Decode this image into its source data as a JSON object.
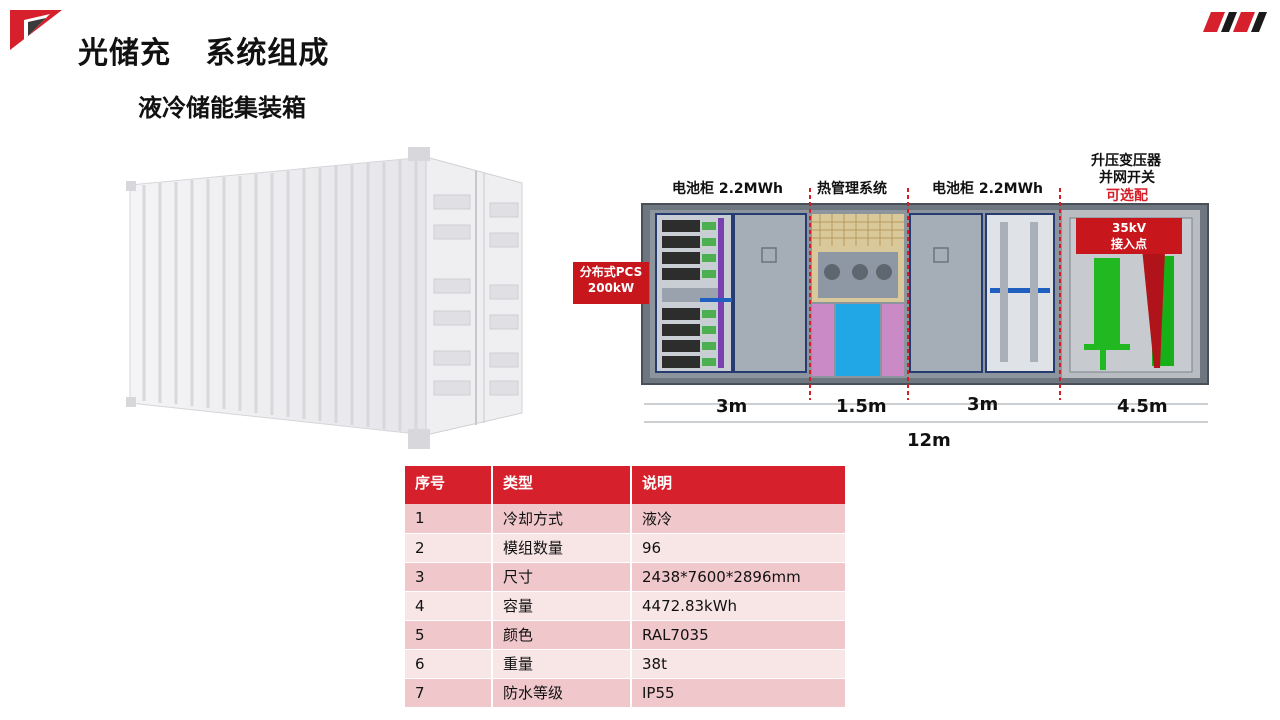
{
  "header": {
    "title": "光储充   系统组成",
    "subtitle": "液冷储能集装箱",
    "accent_color": "#d6202c"
  },
  "diagram": {
    "labels": {
      "battery_left": "电池柜  2.2MWh",
      "thermal": "热管理系统",
      "battery_right": "电池柜  2.2MWh",
      "transformer_line1": "升压变压器",
      "transformer_line2": "并网开关",
      "optional": "可选配"
    },
    "callouts": {
      "pcs_line1": "分布式PCS",
      "pcs_line2": "200kW",
      "kv_line1": "35kV",
      "kv_line2": "接入点"
    },
    "dimensions": {
      "seg1": "3m",
      "seg2": "1.5m",
      "seg3": "3m",
      "seg4": "4.5m",
      "total": "12m"
    }
  },
  "table": {
    "headers": [
      "序号",
      "类型",
      "说明"
    ],
    "rows": [
      [
        "1",
        "冷却方式",
        "液冷"
      ],
      [
        "2",
        "模组数量",
        "96"
      ],
      [
        "3",
        "尺寸",
        "2438*7600*2896mm"
      ],
      [
        "4",
        "容量",
        "4472.83kWh"
      ],
      [
        "5",
        "颜色",
        "RAL7035"
      ],
      [
        "6",
        "重量",
        "38t"
      ],
      [
        "7",
        "防水等级",
        "IP55"
      ]
    ]
  }
}
